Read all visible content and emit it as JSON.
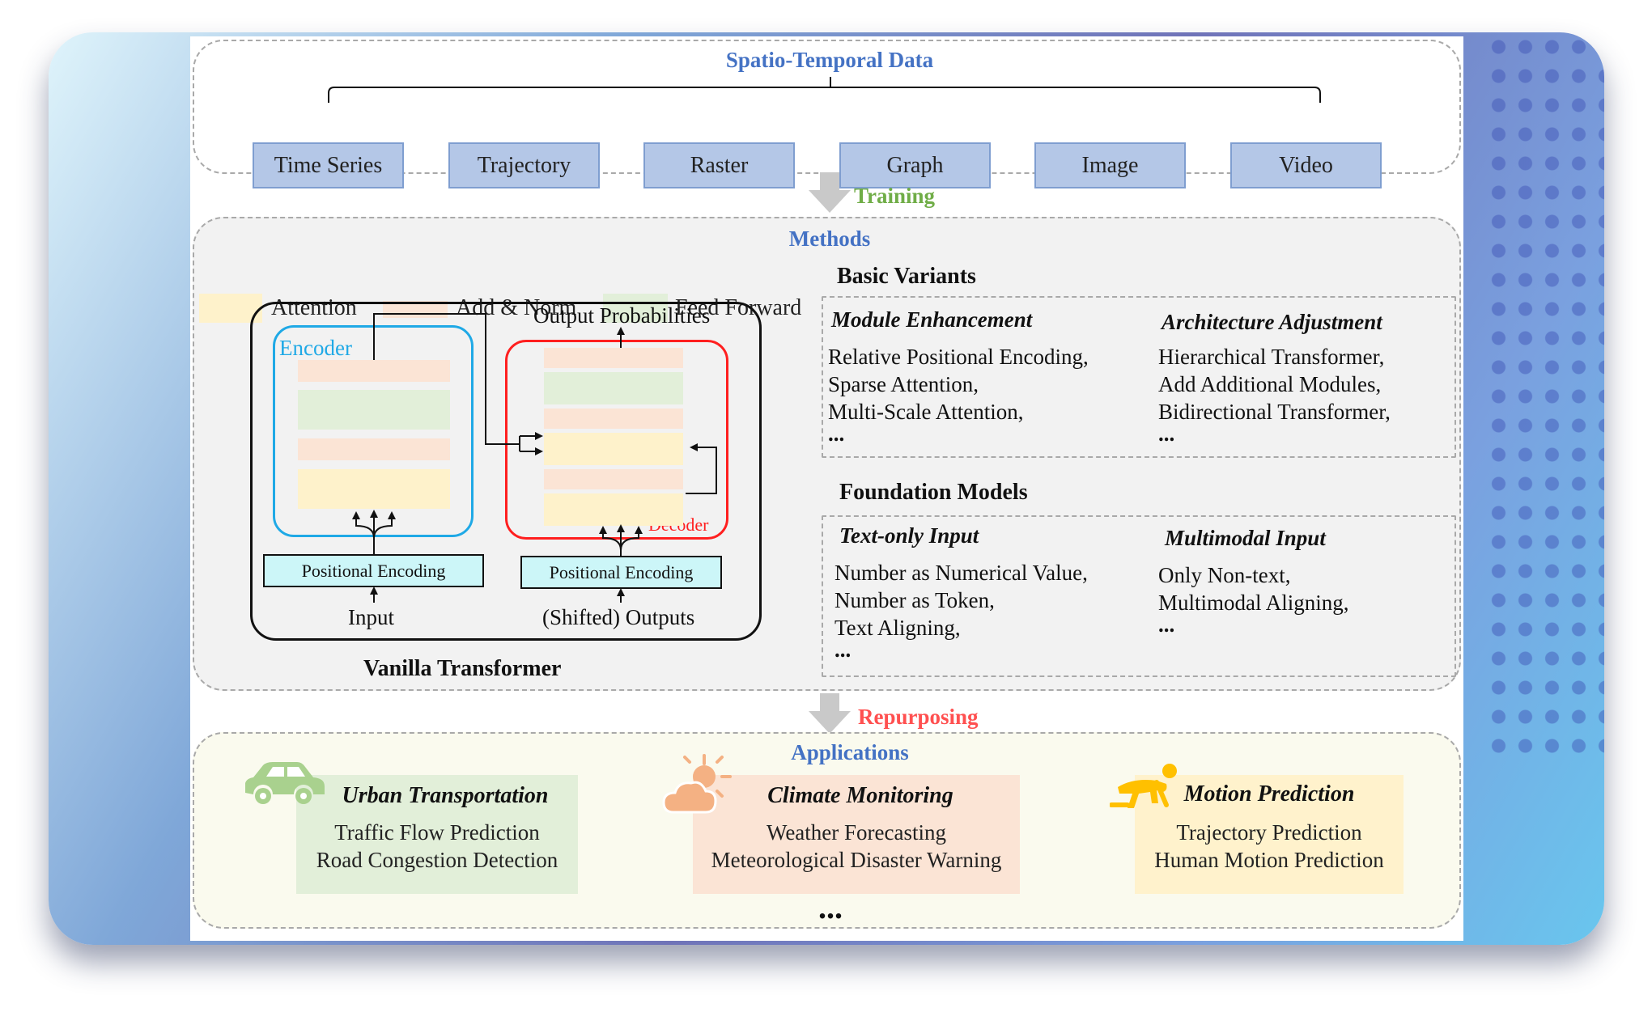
{
  "top": {
    "title": "Spatio-Temporal Data",
    "types": [
      "Time Series",
      "Trajectory",
      "Raster",
      "Graph",
      "Image",
      "Video"
    ]
  },
  "training_label": "Training",
  "methods": {
    "title": "Methods",
    "legend": [
      "Attention",
      "Add & Norm",
      "Feed Forward"
    ],
    "transformer": {
      "caption": "Vanilla Transformer",
      "encoder_label": "Encoder",
      "decoder_label": "Decoder",
      "pos_enc": "Positional Encoding",
      "input": "Input",
      "outputs": "(Shifted) Outputs",
      "output_prob": "Output Probabilities"
    },
    "basic_variants": {
      "heading": "Basic Variants",
      "col1_title": "Module Enhancement",
      "col1_items": [
        "Relative Positional Encoding,",
        "Sparse Attention,",
        "Multi-Scale Attention,",
        "..."
      ],
      "col2_title": "Architecture Adjustment",
      "col2_items": [
        "Hierarchical Transformer,",
        "Add Additional Modules,",
        "Bidirectional Transformer,",
        "..."
      ]
    },
    "foundation_models": {
      "heading": "Foundation Models",
      "col1_title": "Text-only Input",
      "col1_items": [
        "Number as Numerical Value,",
        "Number as Token,",
        "Text Aligning,",
        "..."
      ],
      "col2_title": "Multimodal Input",
      "col2_items": [
        "Only Non-text,",
        "Multimodal Aligning,",
        "..."
      ]
    }
  },
  "repurposing_label": "Repurposing",
  "applications": {
    "title": "Applications",
    "items": [
      {
        "title": "Urban Transportation",
        "lines": [
          "Traffic Flow Prediction",
          "Road Congestion Detection"
        ]
      },
      {
        "title": "Climate Monitoring",
        "lines": [
          "Weather Forecasting",
          "Meteorological Disaster Warning"
        ]
      },
      {
        "title": "Motion Prediction",
        "lines": [
          "Trajectory Prediction",
          "Human Motion Prediction"
        ]
      }
    ],
    "more": "..."
  },
  "colors": {
    "attention": "#fef2cb",
    "add_norm": "#fbe4d5",
    "feed_forward": "#e2efd9",
    "encoder_border": "#1fa9e6",
    "decoder_border": "#ff1f1f",
    "training": "#70ad47",
    "repurposing": "#ff5050",
    "section_title": "#4472c4"
  },
  "icons": [
    "car-icon",
    "sun-cloud-icon",
    "running-person-icon"
  ]
}
